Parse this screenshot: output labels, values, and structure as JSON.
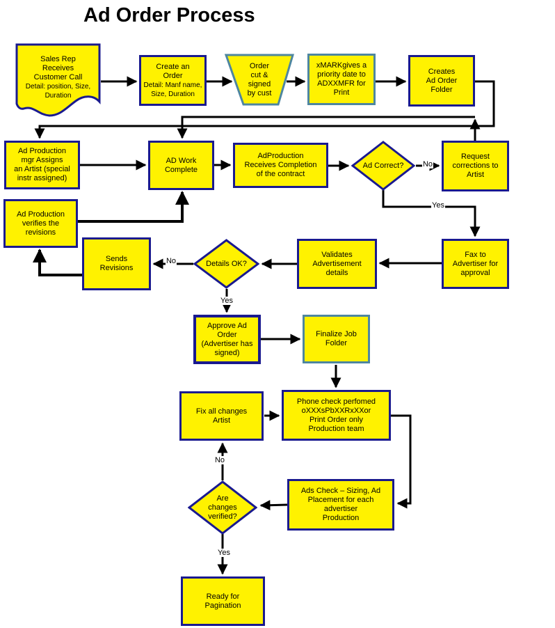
{
  "title": "Ad Order Process",
  "nodes": {
    "sales_rep": {
      "text": "Sales Rep\nReceives\nCustomer Call",
      "detail": "Detail: position, Size,\nDuration"
    },
    "create_order": {
      "text": "Create an\nOrder",
      "detail": "Detail: Manf name,\nSize, Duration"
    },
    "order_cut": {
      "text": "Order\ncut &\nsigned\nby cust"
    },
    "priority_date": {
      "text": "xMARKgives a\npriority date to\nADXXMFR for\nPrint"
    },
    "creates_folder": {
      "text": "Creates\nAd Order\nFolder"
    },
    "mgr_assigns": {
      "text": "Ad Production\nmgr Assigns\nan Artist (special\ninstr assigned)"
    },
    "ad_work_complete": {
      "text": "AD Work\nComplete"
    },
    "receives_completion": {
      "text": "AdProduction\nReceives Completion\nof the contract"
    },
    "ad_correct": {
      "text": "Ad Correct?"
    },
    "request_corrections": {
      "text": "Request\ncorrections to\nArtist"
    },
    "verifies_revisions": {
      "text": "Ad Production\nverifies the\nrevisions"
    },
    "sends_revisions": {
      "text": "Sends\nRevisions"
    },
    "details_ok": {
      "text": "Details OK?"
    },
    "validates_details": {
      "text": "Validates\nAdvertisement\ndetails"
    },
    "fax_advertiser": {
      "text": "Fax to\nAdvertiser for\napproval"
    },
    "approve_ad_order": {
      "text": "Approve Ad\nOrder\n(Advertiser has\nsigned)"
    },
    "finalize_job": {
      "text": "Finalize Job\nFolder"
    },
    "fix_changes": {
      "text": "Fix all changes\nArtist"
    },
    "phone_check": {
      "text": "Phone check perfomed\noXXXsPbXXRxXXor\nPrint Order only\nProduction team"
    },
    "ads_check": {
      "text": "Ads Check – Sizing, Ad\nPlacement for each\nadvertiser\nProduction"
    },
    "are_changes": {
      "text": "Are\nchanges\nverified?"
    },
    "ready_pagination": {
      "text": "Ready for\nPagination"
    }
  },
  "labels": {
    "ad_correct_no": "No",
    "ad_correct_yes": "Yes",
    "details_no": "No",
    "details_yes": "Yes",
    "changes_no": "No",
    "changes_yes": "Yes"
  },
  "colors": {
    "node_fill": "#FFF200",
    "border_navy": "#1A1A8F",
    "border_teal": "#4E86A0",
    "line": "#000000"
  }
}
